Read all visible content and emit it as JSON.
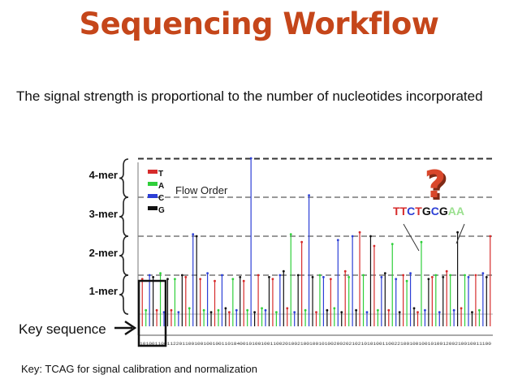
{
  "slide": {
    "title": "Sequencing Workflow",
    "subtitle": "The signal strength is proportional to the number of nucleotides incorporated",
    "key_note": "Key: TCAG for signal calibration and normalization",
    "key_sequence_label": "Key sequence",
    "flow_order_label": "Flow Order",
    "mer_labels": [
      "4-mer",
      "3-mer",
      "2-mer",
      "1-mer"
    ],
    "legend": [
      {
        "base": "T",
        "color": "#d62b2b"
      },
      {
        "base": "A",
        "color": "#2fcf3a"
      },
      {
        "base": "C",
        "color": "#2c3fd6"
      },
      {
        "base": "G",
        "color": "#111111"
      }
    ],
    "read_sequence": [
      {
        "base": "T",
        "color": "#d62b2b"
      },
      {
        "base": "T",
        "color": "#d62b2b"
      },
      {
        "base": "C",
        "color": "#2c3fd6"
      },
      {
        "base": "T",
        "color": "#d62b2b"
      },
      {
        "base": "G",
        "color": "#111111"
      },
      {
        "base": "C",
        "color": "#2c3fd6"
      },
      {
        "base": "G",
        "color": "#111111"
      },
      {
        "base": "A",
        "color": "#9be08f"
      },
      {
        "base": "A",
        "color": "#9be08f"
      }
    ],
    "question_mark": "?",
    "question_color": "#d9472b",
    "question_shadow": "#7f2a16"
  },
  "chart_data": {
    "type": "flowgram",
    "flow_order": [
      "T",
      "A",
      "C",
      "G"
    ],
    "key_sequence": "TCAG",
    "colors": {
      "T": "#d62b2b",
      "A": "#2fcf3a",
      "C": "#2c3fd6",
      "G": "#111111"
    },
    "y_levels": [
      1,
      2,
      3,
      4
    ],
    "values": [
      0.9,
      0.1,
      1.0,
      0.95,
      0.1,
      1.05,
      0.05,
      0.9,
      0.1,
      0.9,
      0.05,
      1.0,
      0.95,
      0.15,
      2.05,
      2.0,
      0.9,
      0.1,
      1.05,
      0.05,
      0.85,
      0.1,
      1.0,
      0.15,
      0.05,
      0.9,
      0.1,
      0.95,
      0.85,
      0.1,
      4.0,
      0.05,
      1.0,
      0.15,
      0.1,
      0.95,
      0.9,
      0.05,
      1.0,
      1.1,
      0.15,
      2.05,
      0.05,
      1.0,
      1.85,
      0.1,
      3.05,
      0.95,
      0.05,
      1.0,
      0.95,
      0.1,
      0.9,
      0.15,
      1.9,
      0.05,
      1.1,
      0.95,
      2.0,
      0.1,
      2.1,
      1.0,
      0.05,
      2.0,
      1.75,
      0.1,
      0.95,
      1.05,
      0.1,
      1.8,
      0.9,
      0.05,
      1.0,
      0.85,
      1.05,
      0.15,
      0.05,
      1.85,
      0.1,
      0.9,
      0.95,
      1.0,
      0.05,
      0.95,
      1.1,
      1.0,
      0.1,
      2.1,
      0.15,
      1.0,
      0.95,
      0.05,
      1.0,
      0.1,
      1.05,
      0.95,
      2.0
    ],
    "tick_label_text": "10100110011220110010010010011018400101001001100201002100100101002002021021010100110022100100100101001200210010011100"
  }
}
